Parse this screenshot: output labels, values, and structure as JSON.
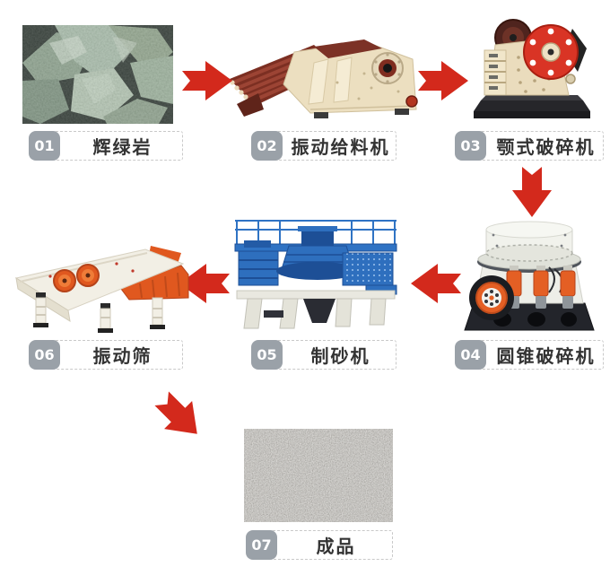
{
  "flow": {
    "title": "stone crushing production line flow",
    "colors": {
      "arrow_red": "#d3291c",
      "badge_gray": "#9aa1a8",
      "label_text": "#333333",
      "label_border": "#c9c9c9",
      "background": "#ffffff"
    },
    "steps": [
      {
        "num": "01",
        "label": "辉绿岩",
        "image": "diabase-rock-photo"
      },
      {
        "num": "02",
        "label": "振动给料机",
        "image": "vibrating-feeder-photo"
      },
      {
        "num": "03",
        "label": "颚式破碎机",
        "image": "jaw-crusher-photo"
      },
      {
        "num": "04",
        "label": "圆锥破碎机",
        "image": "cone-crusher-photo"
      },
      {
        "num": "05",
        "label": "制砂机",
        "image": "sand-maker-photo"
      },
      {
        "num": "06",
        "label": "振动筛",
        "image": "vibrating-screen-photo"
      },
      {
        "num": "07",
        "label": "成品",
        "image": "finished-product-photo"
      }
    ],
    "arrows": [
      {
        "from": "01",
        "to": "02",
        "direction": "right"
      },
      {
        "from": "02",
        "to": "03",
        "direction": "right"
      },
      {
        "from": "03",
        "to": "04",
        "direction": "down"
      },
      {
        "from": "04",
        "to": "05",
        "direction": "left"
      },
      {
        "from": "05",
        "to": "06",
        "direction": "left"
      },
      {
        "from": "06",
        "to": "07",
        "direction": "down-right"
      }
    ]
  }
}
